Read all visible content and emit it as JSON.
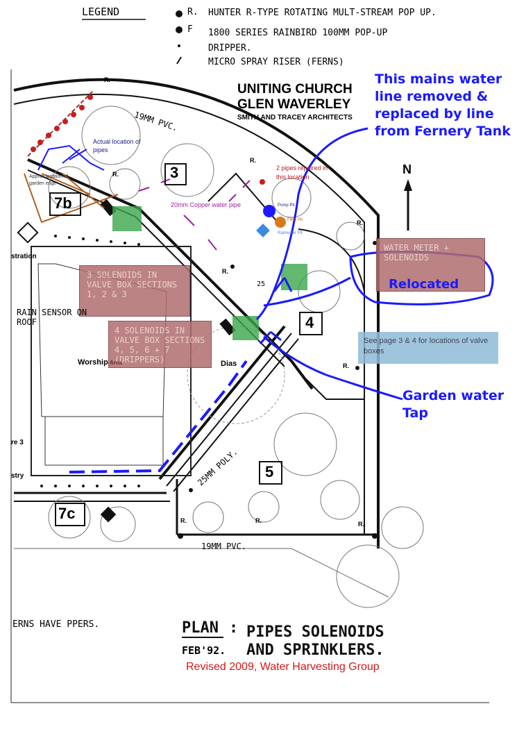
{
  "legend": {
    "title": "LEGEND",
    "items": [
      {
        "symbol": "R.",
        "text": "HUNTER R-TYPE ROTATING MULT-STREAM POP UP."
      },
      {
        "symbol": "F",
        "text": "1800 SERIES RAINBIRD 100MM POP-UP"
      },
      {
        "symbol": "",
        "text": "DRIPPER."
      },
      {
        "symbol": "",
        "text": "MICRO SPRAY RISER (FERNS)"
      }
    ]
  },
  "architect": {
    "line1": "UNITING CHURCH",
    "line2": "GLEN WAVERLEY",
    "line3": "SMITH AND TRACEY ARCHITECTS"
  },
  "notes": {
    "mains_line": "This mains water line removed & replaced by line from Fernery Tank",
    "relocated": "Relocated",
    "garden_tap": "Garden water Tap",
    "page_ref": "See page 3 & 4 for locations of valve boxes",
    "actual_location": "Actual location of pipes",
    "approx_location": "Approx location of garden edge",
    "pipes_repaired": "2 pipes repaired in this location",
    "copper_pipe": "20mm Copper water pipe",
    "pump_pit": "Pump Pit",
    "filter_pit": "Filter Pit",
    "rainwater_pit": "Rainwater Pit"
  },
  "boxes": {
    "water_meter": "WATER METER + SOLENOIDS",
    "solenoids_3": "3 SOLENOIDS IN VALVE BOX SECTIONS 1, 2 & 3",
    "solenoids_4": "4 SOLENOIDS IN VALVE BOX SECTIONS 4, 5, 6 + 7 (DRIPPERS)"
  },
  "plan_labels": {
    "north": "N",
    "section_3": "3",
    "section_4": "4",
    "section_5": "5",
    "section_7b": "7b",
    "section_7c": "7c",
    "pipe_19_top": "19MM PVC.",
    "pipe_19_bottom": "19MM PVC.",
    "pipe_25_poly": "25MM POLY.",
    "pipe_25": "25",
    "rain_sensor": "RAIN SENSOR ON ROOF",
    "worship": "Worship",
    "worship_area": "Area",
    "dias": "Dias",
    "stration": "stration",
    "re_3": "re 3",
    "stry": "stry",
    "ferns_note": "ERNS HAVE PPERS.",
    "r_marker": "R."
  },
  "title": {
    "plan": "PLAN",
    "line1": "PIPES SOLENOIDS",
    "line2": "AND SPRINKLERS.",
    "date": "FEB'92.",
    "revised": "Revised 2009, Water Harvesting Group"
  },
  "colors": {
    "blue_annotation": "#1a1aff",
    "red_box": "#b06e6e",
    "green_box": "#3aa64a",
    "blue_box": "#8fbcd8",
    "revised_red": "#d11919"
  }
}
